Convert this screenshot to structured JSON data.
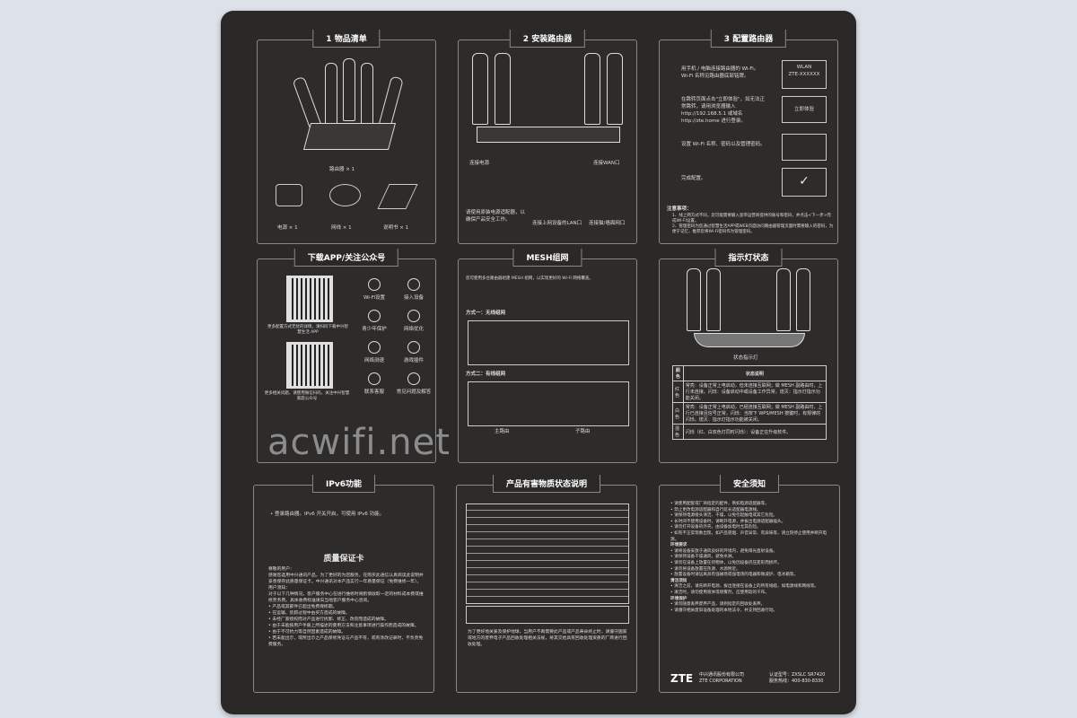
{
  "panels": {
    "p1": {
      "title": "1 物品清单",
      "router": "路由器 × 1",
      "power": "电源 × 1",
      "cable": "网线 × 1",
      "manual": "说明书 × 1"
    },
    "p2": {
      "title": "2 安装路由器",
      "step1": "连接电源",
      "step2": "连接WAN口",
      "note": "请使用原装电源适配器，以确保产品安全工作。",
      "lan": "连接上网设备的LAN口",
      "wan": "连接猫/墙面网口"
    },
    "p3": {
      "title": "3 配置路由器",
      "steps": [
        "用手机 / 电脑连接路由器的 Wi-Fi。Wi-Fi 名称见路由器底部铭牌。",
        "在跳转页面点击\"立即体验\"，如无法正常跳转，请用浏览器输入 http://192.168.5.1 或域名 http://zte.home 进行登录。",
        "设置 Wi-Fi 名称、密码以及管理密码。",
        "完成配置。"
      ],
      "wlan": "WLAN",
      "ssid": "ZTE-XXXXXX",
      "try": "立即体验",
      "notes_title": "注意事项：",
      "notes": [
        "1、线上网方式不同，您可能需要输入宽带运营商提供的账号和密码，并点击<下一步>完成WI-FI设置。",
        "2、管理密码为您通过智慧生活APP或WEB页面访问路由器管理页面时需要输入的密码，为便于记忆，推荐您将Wi-Fi密码作为管理密码。"
      ]
    },
    "p4": {
      "title": "下载APP/关注公众号",
      "qr1": "更多配置方式无忧的详情，请扫码下载中兴智慧生活 APP",
      "qr2": "更多相关问题，请使用微信扫码，关注中兴智慧家庭公众号",
      "features": [
        "Wi-Fi设置",
        "接入设备",
        "青少年保护",
        "网络优化",
        "网络测速",
        "游戏插件",
        "联系客服",
        "常见问题及解答"
      ]
    },
    "p5": {
      "title": "MESH组网",
      "lines": [
        "您可使用多台路由器组建 MESH 组网，以实现更好的 Wi-Fi 网络覆盖。",
        "方式一：无线组网",
        "方式二：有线组网",
        "主路由",
        "子路由"
      ]
    },
    "p6": {
      "title": "指示灯状态",
      "caption": "状态指示灯",
      "headers": [
        "颜色",
        "状态说明"
      ],
      "rows": [
        {
          "color": "红色",
          "desc": "常亮：设备正常上电启动，但未连接互联网；做 MESH 副路由时，上行未连接。闪烁：设备启动中或设备工作异常。熄灭：指示灯指示功能关闭。"
        },
        {
          "color": "白色",
          "desc": "常亮：设备正常上电启动，已经连接互联网；做 MESH 副路由时，上行已连接且信号正常。闪烁：当按下 WPS/MESH 按键时，有规律的闪烁。熄灭：指示灯指示功能被关闭。"
        },
        {
          "color": "混色",
          "desc": "闪烁（红、白双色灯同时闪烁）：设备正在升级软件。"
        }
      ]
    },
    "p7": {
      "title": "IPv6功能",
      "bullet": "登录路由器，IPv6 开关开启，可使用 IPv6 功能。",
      "card_title": "质量保证卡",
      "dear": "尊敬的用户：",
      "intro": "感谢您选用中兴通讯产品，为了更好的为您服务，在购买此通信认真阅读此说明并妥善保存此质量保证卡。中兴通讯对本产品实行一年质量保证（免费维修一年）。",
      "notice": "用户须知：",
      "notice_text": "对于以下几种情况，客户服务中心在进行维修时将酌情收取一定的材料成本费或维修劳务费。具体收费标准请向当地客户服务中心咨询。",
      "items": [
        "产品或其部件已超出免费保修期。",
        "在运输、装卸过程中由买方造成的故障。",
        "未经厂家授权而对产品进行拆卸、修正、改装而造成的故障。",
        "由于未能按用户手册上所描述的使用方法和注意事项进行操作而造成的故障。",
        "由于不可抗力等自然因素造成的故障。",
        "若未能出示，或所出示之产品保修凭证与产品不符，或有涂改记录时，不负责免费服务。"
      ]
    },
    "p8": {
      "title": "产品有害物质状态说明",
      "note": "为了更好地关爱及保护地球，当用户不再需要此产品或产品寿命终止时，请遵守国家或地方的废弃电子产品回收处理相关法规，将其交给具有回收处理资质的厂商进行回收处理。"
    },
    "p9": {
      "title": "安全须知",
      "bullets": [
        "请使用配套或厂商指定的配件，例如电源适配器等。",
        "禁止更改电源适配器和自行延长适配器电源线。",
        "请保持电源接头清洁、干燥，以免引起触电或其它危险。",
        "长时间不使用设备时，请断开电源，并拔出电源适配器插头。",
        "请勿打开设备的外壳，由设备加电时尤其危险。",
        "如有不正常现象出现，如产品冒烟、声音异常、有异味等，请立刻停止使用并断开电源。"
      ],
      "env_title": "环境要求",
      "env": [
        "请将设备安放于通风良好的环境内，避免阳光直射设备。",
        "请保持设备干燥通风，避免水淋。",
        "请勿在设备上放置任何物体，以免因设备挤压变形而损坏。",
        "请勿将设备放置在热源、水源附近。",
        "放置设备时请远离具有强磁场或强电场的电器和微波炉、电冰箱等。"
      ],
      "clean_title": "清洁须知",
      "clean": [
        "清洁之前，请先断开电源，拔出连接在设备上的所有线缆，如电源线和网线等。",
        "清洁时，请勿使用液体或喷雾剂，应使用软的干布。"
      ],
      "eco_title": "环境保护",
      "eco": [
        "请勿随意丢弃废弃产品，请到指定的回收处丢弃。",
        "请遵守相关废旧设备处理的本地法令，并支持回收行动。"
      ],
      "brand": "ZTE",
      "company": "中兴通讯股份有限公司",
      "company_en": "ZTE CORPORATION",
      "model": "认证型号：ZXSLC SR7420",
      "hotline": "服务热线：400-830-8330"
    }
  },
  "watermark": "acwifi.net"
}
